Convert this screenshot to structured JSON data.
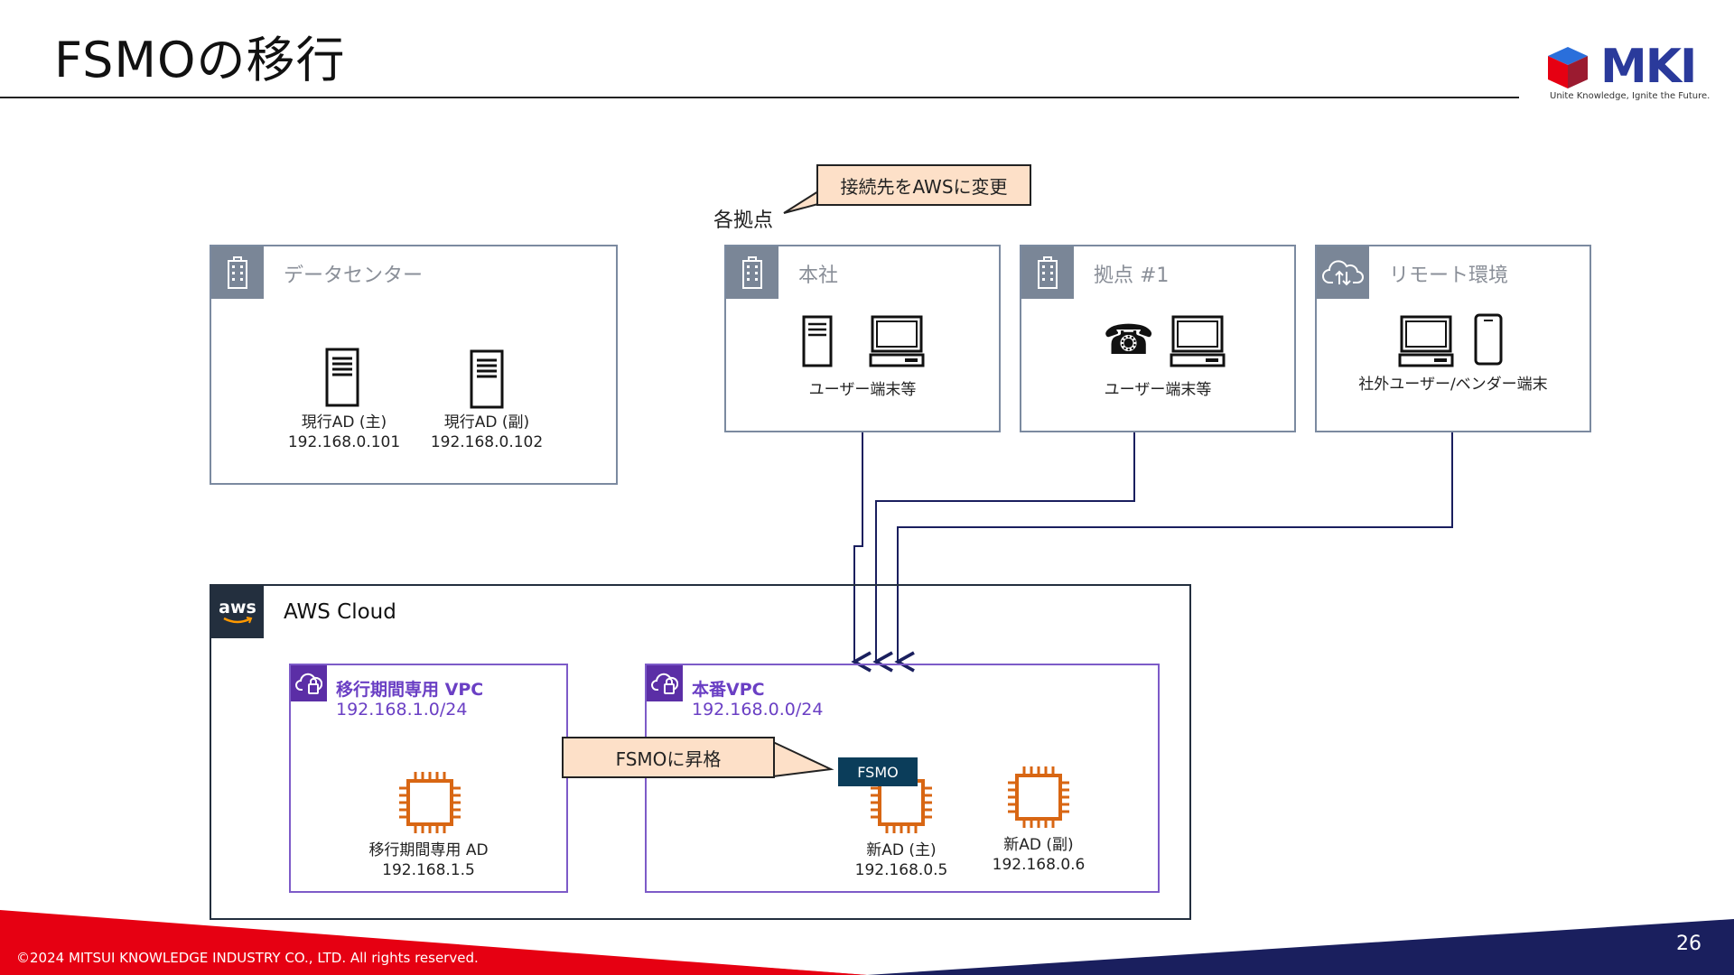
{
  "slide": {
    "title": "FSMOの移行",
    "page_number": "26",
    "copyright": "©2024 MITSUI KNOWLEDGE INDUSTRY CO., LTD. All rights reserved."
  },
  "logo": {
    "name": "MKI",
    "tagline": "Unite Knowledge, Ignite the Future."
  },
  "colors": {
    "accent_red": "#e60012",
    "navy": "#1a1f5e",
    "vpc_purple": "#6a3fc4",
    "chip_orange": "#d86613",
    "callout_fill": "#fde0c8"
  },
  "sites": {
    "sites_label": "各拠点",
    "change_callout": "接続先をAWSに変更",
    "datacenter": {
      "label": "データセンター",
      "icon": "office-building-icon",
      "servers": [
        {
          "name": "現行AD (主)",
          "ip": "192.168.0.101"
        },
        {
          "name": "現行AD (副)",
          "ip": "192.168.0.102"
        }
      ]
    },
    "hq": {
      "label": "本社",
      "icon": "office-building-icon",
      "caption": "ユーザー端末等"
    },
    "branch": {
      "label": "拠点 #1",
      "icon": "office-building-icon",
      "caption": "ユーザー端末等"
    },
    "remote": {
      "label": "リモート環境",
      "icon": "cloud-sync-icon",
      "caption": "社外ユーザー/ベンダー端末"
    }
  },
  "aws": {
    "label": "AWS Cloud",
    "icon_text": "aws",
    "migration_vpc": {
      "title": "移行期間専用 VPC",
      "cidr": "192.168.1.0/24",
      "instance": {
        "name": "移行期間専用 AD",
        "ip": "192.168.1.5"
      }
    },
    "prod_vpc": {
      "title": "本番VPC",
      "cidr": "192.168.0.0/24",
      "fsmo_badge": "FSMO",
      "instances": [
        {
          "name": "新AD (主)",
          "ip": "192.168.0.5"
        },
        {
          "name": "新AD (副)",
          "ip": "192.168.0.6"
        }
      ]
    },
    "promote_callout": "FSMOに昇格"
  }
}
